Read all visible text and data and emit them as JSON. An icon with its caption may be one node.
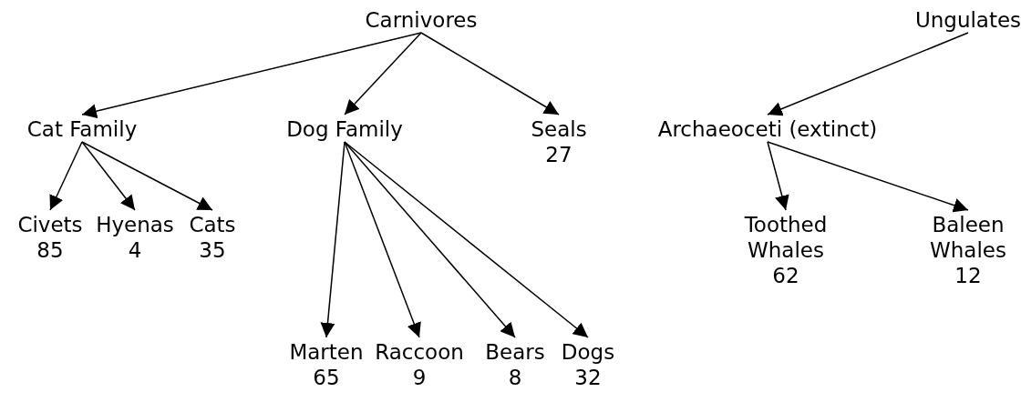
{
  "diagram": {
    "nodes": [
      {
        "text": [
          "Carnivores"
        ]
      },
      {
        "text": [
          "Ungulates"
        ]
      },
      {
        "text": [
          "Cat Family"
        ]
      },
      {
        "text": [
          "Dog Family"
        ]
      },
      {
        "text": [
          "Seals"
        ],
        "beside": [
          "27"
        ]
      },
      {
        "text": [
          "Archaeoceti (extinct)"
        ]
      },
      {
        "text": [
          "Civets"
        ],
        "beside": [
          "85"
        ]
      },
      {
        "text": [
          "Hyenas"
        ],
        "beside": [
          "4"
        ]
      },
      {
        "text": [
          "Cats"
        ],
        "beside": [
          "35"
        ]
      },
      {
        "text": [
          "Toothed Whales"
        ],
        "beside": [
          "62"
        ]
      },
      {
        "text": [
          "Baleen Whales"
        ],
        "beside": [
          "12"
        ]
      },
      {
        "text": [
          "Marten"
        ],
        "beside": [
          "65"
        ]
      },
      {
        "text": [
          "Raccoon"
        ],
        "beside": [
          "9"
        ]
      },
      {
        "text": [
          "Bears"
        ],
        "beside": [
          "8"
        ]
      },
      {
        "text": [
          "Dogs"
        ],
        "beside": [
          "32"
        ]
      }
    ],
    "edges": [
      {
        "from": 0,
        "to": 2,
        "arrow": "to"
      },
      {
        "from": 0,
        "to": 3,
        "arrow": "to"
      },
      {
        "from": 0,
        "to": 4,
        "arrow": "to"
      },
      {
        "from": 1,
        "to": 5,
        "arrow": "to"
      },
      {
        "from": 2,
        "to": 6,
        "arrow": "to"
      },
      {
        "from": 2,
        "to": 7,
        "arrow": "to"
      },
      {
        "from": 2,
        "to": 8,
        "arrow": "to"
      },
      {
        "from": 3,
        "to": 11,
        "arrow": "to"
      },
      {
        "from": 3,
        "to": 12,
        "arrow": "to"
      },
      {
        "from": 3,
        "to": 13,
        "arrow": "to"
      },
      {
        "from": 3,
        "to": 14,
        "arrow": "to"
      },
      {
        "from": 5,
        "to": 9,
        "arrow": "to"
      },
      {
        "from": 5,
        "to": 10,
        "arrow": "to"
      }
    ]
  }
}
